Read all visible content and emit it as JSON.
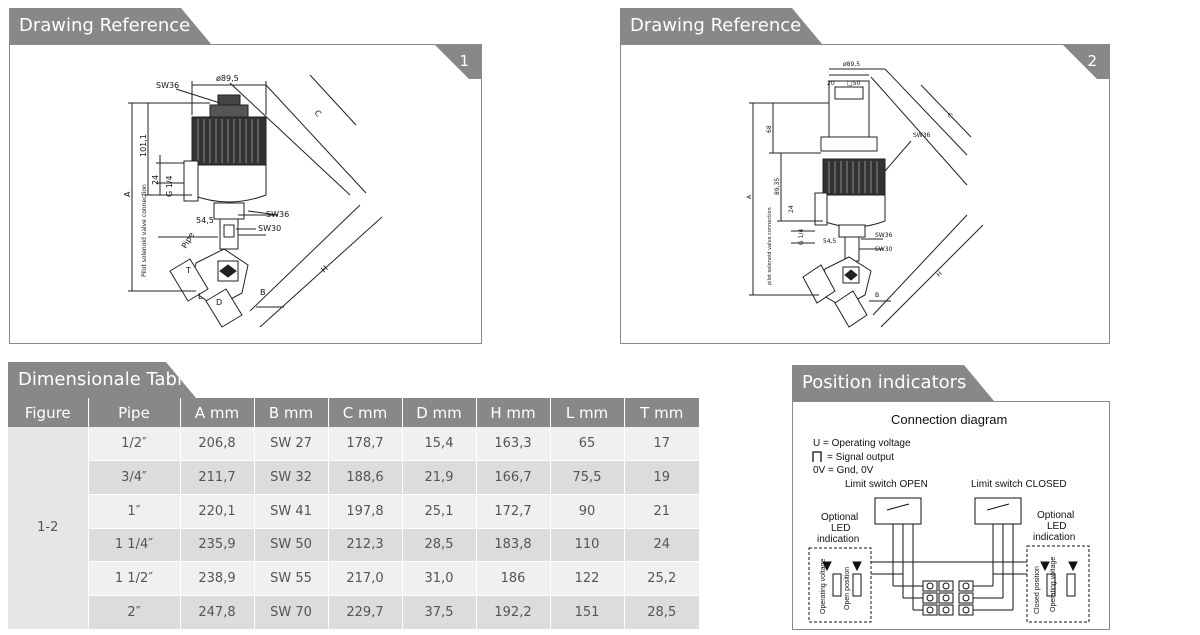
{
  "drawing1": {
    "header": "Drawing Reference",
    "number": "1",
    "labels": {
      "sw36_top": "SW36",
      "dia": "ø89,5",
      "h1011": "101,1",
      "a": "A",
      "c": "C",
      "h": "H",
      "b": "B",
      "d": "D",
      "l": "L",
      "t": "T",
      "g14": "G 1/4",
      "d24": "24",
      "d545": "54,5",
      "sw36_mid": "SW36",
      "sw30": "SW30",
      "pipe": "Pipe",
      "pilot": "Pilot solenoid valve connection"
    }
  },
  "drawing2": {
    "header": "Drawing Reference",
    "number": "2",
    "labels": {
      "dia": "ø89,5",
      "d20": "20",
      "d50": "□50",
      "h68": "68",
      "sw36_top": "SW36",
      "h8935": "89,35",
      "a": "A",
      "c": "C",
      "h": "H",
      "b": "B",
      "g14": "G 1/4",
      "d24": "24",
      "d545": "54,5",
      "sw36_mid": "SW36",
      "sw30": "SW30",
      "pilot": "pilot solenoid valve connection"
    }
  },
  "table": {
    "header": "Dimensionale Table",
    "columns": [
      "Figure",
      "Pipe",
      "A mm",
      "B mm",
      "C mm",
      "D mm",
      "H mm",
      "L mm",
      "T mm"
    ],
    "figure": "1-2",
    "rows": [
      [
        "1/2″",
        "206,8",
        "SW 27",
        "178,7",
        "15,4",
        "163,3",
        "65",
        "17"
      ],
      [
        "3/4″",
        "211,7",
        "SW 32",
        "188,6",
        "21,9",
        "166,7",
        "75,5",
        "19"
      ],
      [
        "1″",
        "220,1",
        "SW 41",
        "197,8",
        "25,1",
        "172,7",
        "90",
        "21"
      ],
      [
        "1 1/4″",
        "235,9",
        "SW 50",
        "212,3",
        "28,5",
        "183,8",
        "110",
        "24"
      ],
      [
        "1 1/2″",
        "238,9",
        "SW 55",
        "217,0",
        "31,0",
        "186",
        "122",
        "25,2"
      ],
      [
        "2″",
        "247,8",
        "SW 70",
        "229,7",
        "37,5",
        "192,2",
        "151",
        "28,5"
      ]
    ]
  },
  "position": {
    "header": "Position indicators",
    "diagram": {
      "title": "Connection diagram",
      "legend_ub": "U  = Operating voltage",
      "legend_sig": "= Signal output",
      "legend_0v": "0V  = Gnd, 0V",
      "limit_open": "Limit switch OPEN",
      "limit_closed": "Limit switch CLOSED",
      "led_left": [
        "Optional",
        "LED",
        "indication"
      ],
      "led_right": [
        "Optional",
        "LED",
        "indication"
      ],
      "side_op_voltage": "Operating voltage",
      "side_open": "Open position",
      "side_closed": "Closed position",
      "side_op_v2": "Operating voltage"
    }
  },
  "colors": {
    "header_grey": "#888888",
    "row_light": "#f0f0f0",
    "row_dark": "#dcdcdc"
  }
}
